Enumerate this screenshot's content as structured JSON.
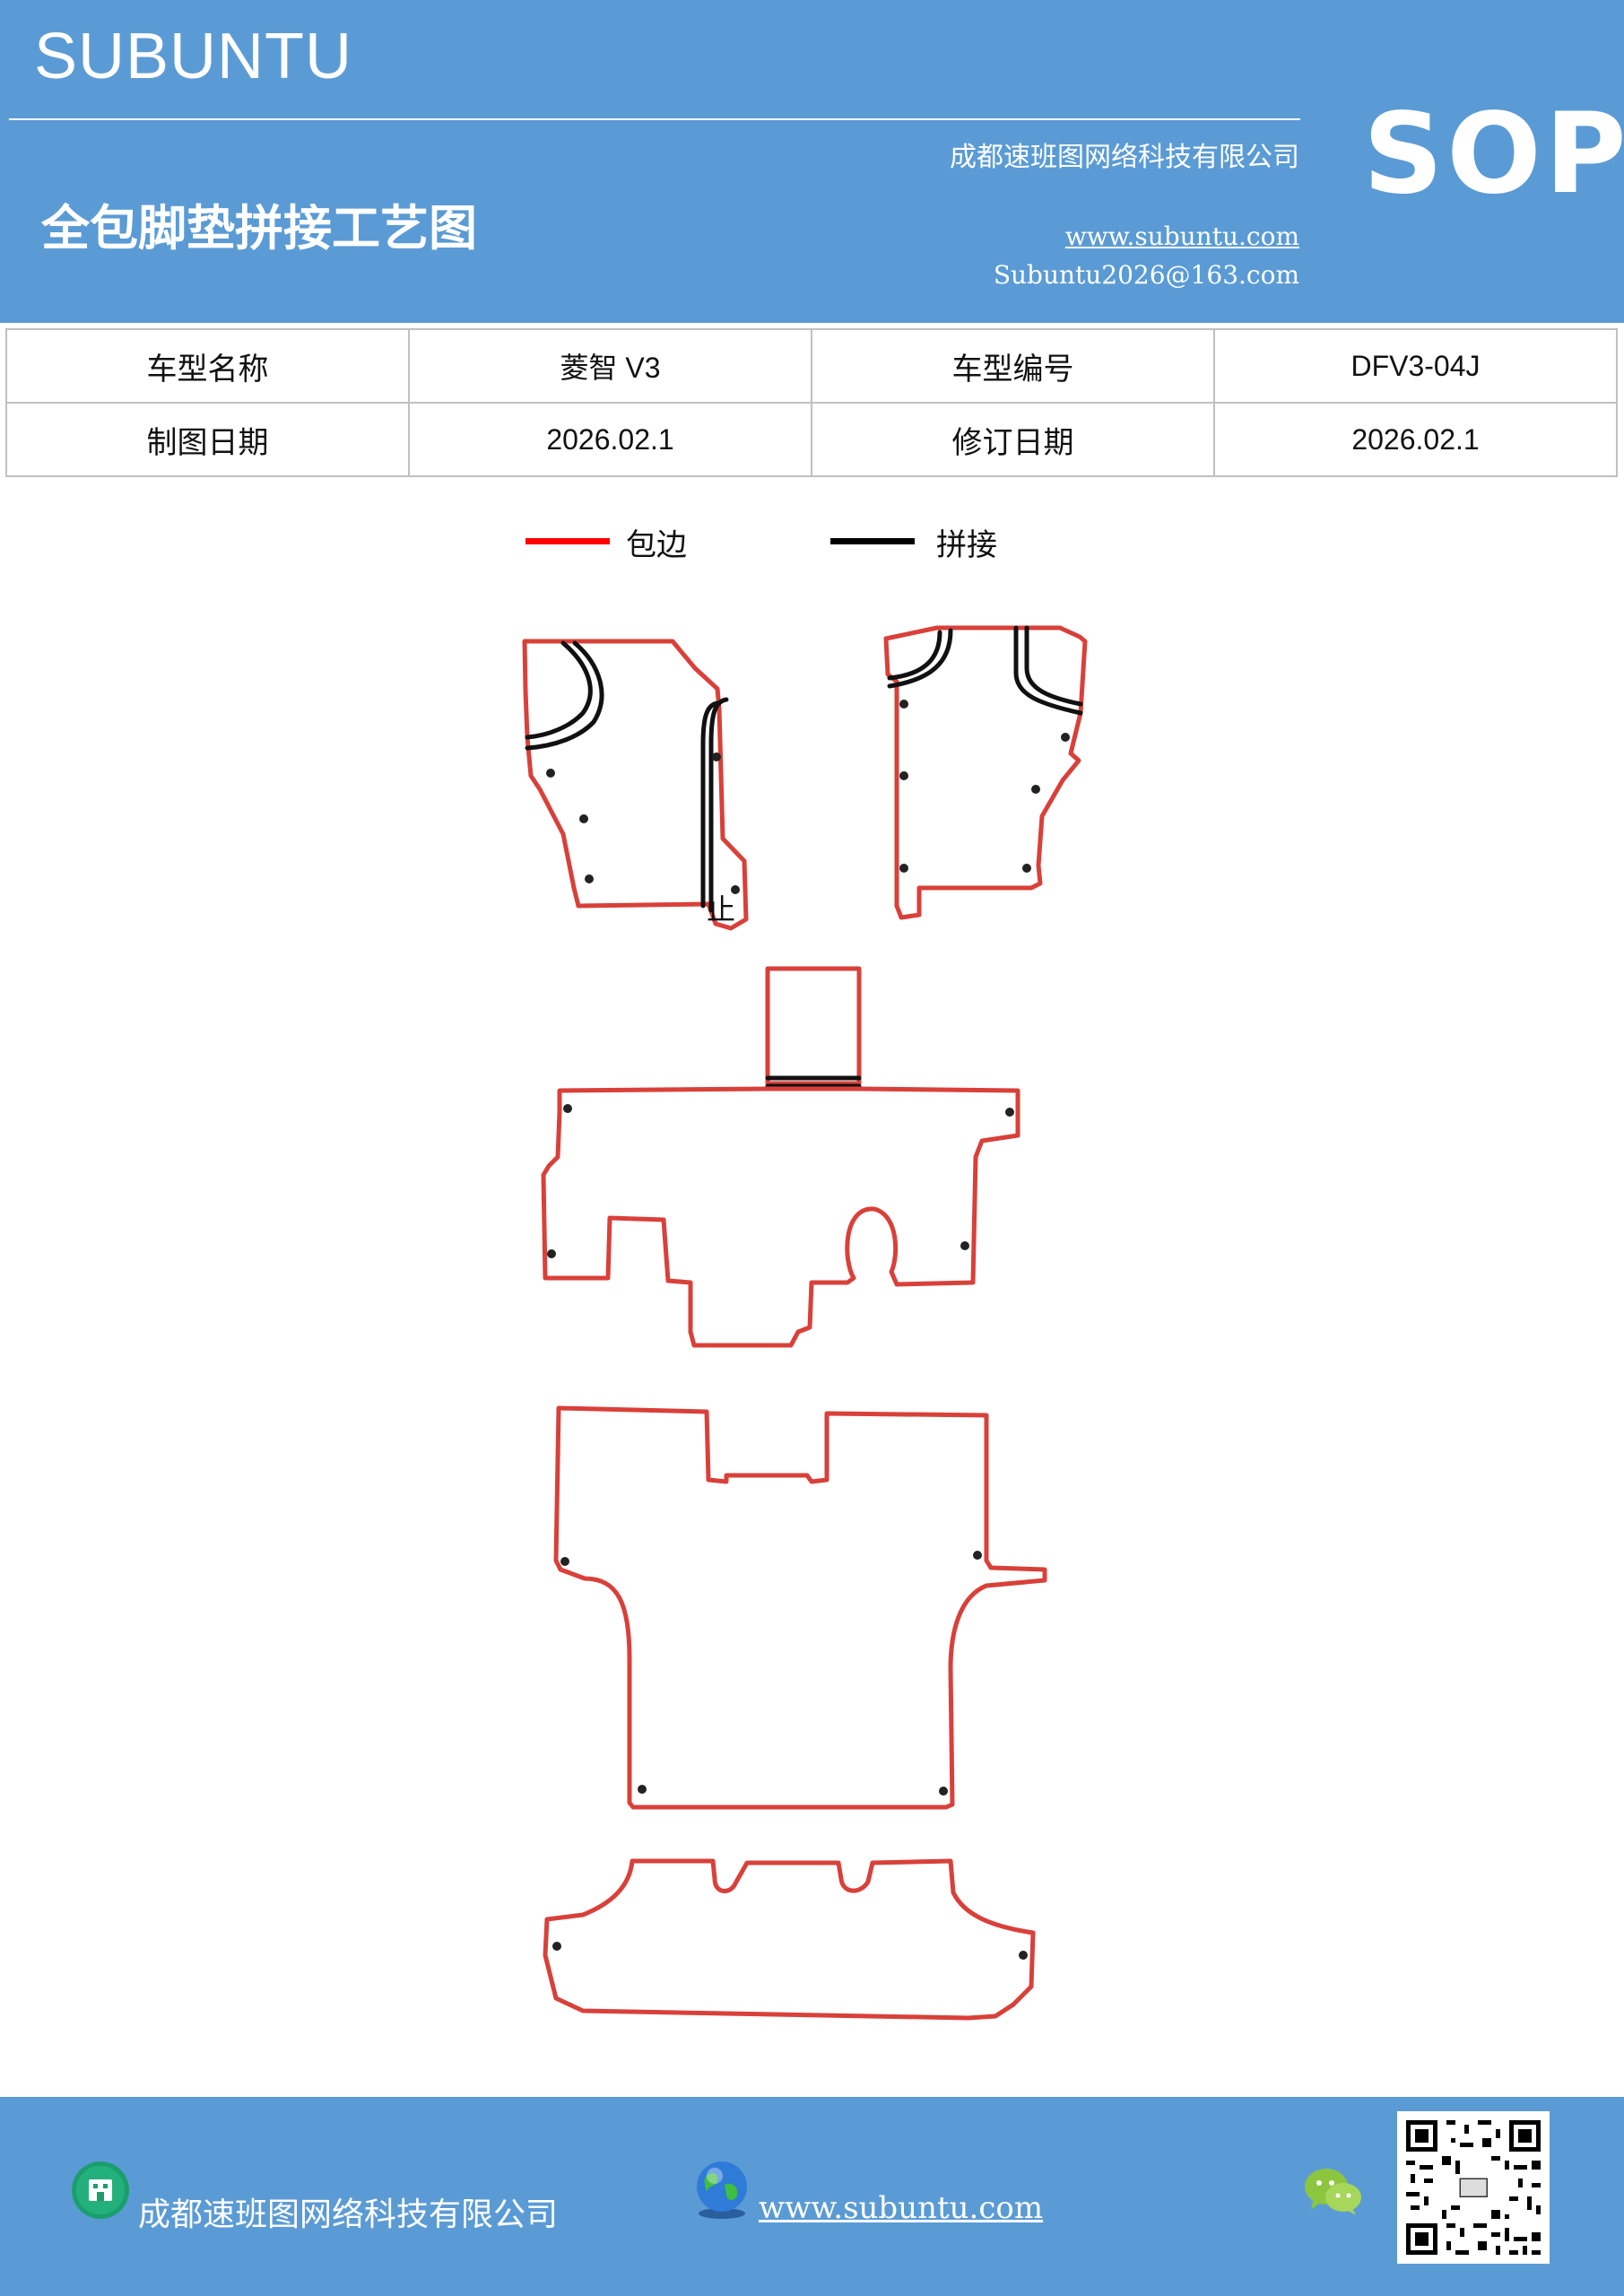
{
  "header": {
    "brand": "SUBUNTU",
    "title": "全包脚垫拼接工艺图",
    "company": "成都速班图网络科技有限公司",
    "website": "www.subuntu.com",
    "email": "Subuntu2026@163.com",
    "badge": "SOP"
  },
  "info_table": {
    "rows": [
      [
        {
          "label": "车型名称",
          "value": "菱智 V3"
        },
        {
          "label": "车型编号",
          "value": "DFV3-04J"
        }
      ],
      [
        {
          "label": "制图日期",
          "value": "2026.02.1"
        },
        {
          "label": "修订日期",
          "value": "2026.02.1"
        }
      ]
    ]
  },
  "legend": [
    {
      "label": "包边",
      "color": "#ff0000"
    },
    {
      "label": "拼接",
      "color": "#000000"
    }
  ],
  "drawing": {
    "mark_label": "止",
    "outline_color": "#d9403a",
    "seam_color": "#111111"
  },
  "footer": {
    "company": "成都速班图网络科技有限公司",
    "website": "www.subuntu.com",
    "icons": [
      "building-icon",
      "globe-icon",
      "wechat-icon",
      "qr-code"
    ]
  }
}
